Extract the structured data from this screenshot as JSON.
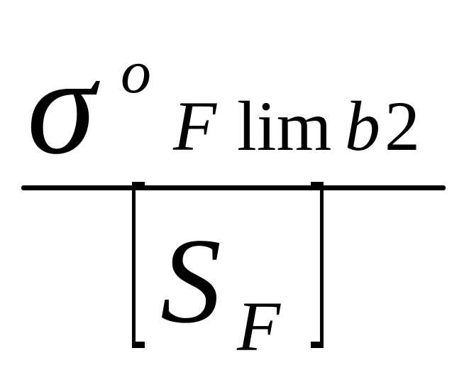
{
  "formula": {
    "numerator": {
      "symbol": "σ",
      "superscript": "o",
      "subscript_F": "F",
      "subscript_lim": "lim",
      "subscript_b": "b",
      "subscript_2": "2"
    },
    "denominator": {
      "symbol": "S",
      "subscript": "F"
    }
  }
}
